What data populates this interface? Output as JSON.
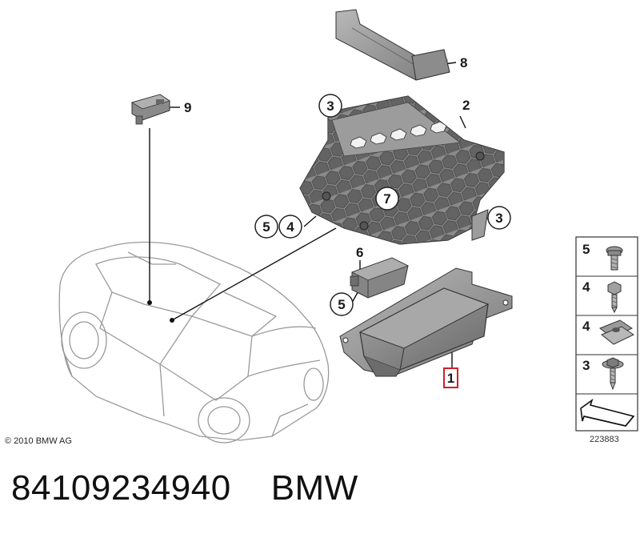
{
  "copyright": "© 2010 BMW AG",
  "image_number": "223883",
  "caption": {
    "part_number": "84109234940",
    "brand": "BMW"
  },
  "callouts": {
    "c1": "1",
    "c2": "2",
    "c3a": "3",
    "c3b": "3",
    "c4": "4",
    "c5a": "5",
    "c5b": "5",
    "c6": "6",
    "c7": "7",
    "c8": "8",
    "c9": "9"
  },
  "legend": [
    {
      "number": "5",
      "icon": "torx-screw-icon"
    },
    {
      "number": "4",
      "icon": "hex-screw-icon"
    },
    {
      "number": "4",
      "icon": "spring-nut-icon"
    },
    {
      "number": "3",
      "icon": "self-tapping-screw-icon"
    },
    {
      "number": "",
      "icon": "direction-arrow-icon"
    }
  ],
  "colors": {
    "part_fill": "#8f8f8f",
    "part_dark": "#6d6d6d",
    "part_light": "#b3b3b3",
    "outline": "#222222",
    "highlight": "#d0202a",
    "car_line": "#9a9a9a"
  }
}
